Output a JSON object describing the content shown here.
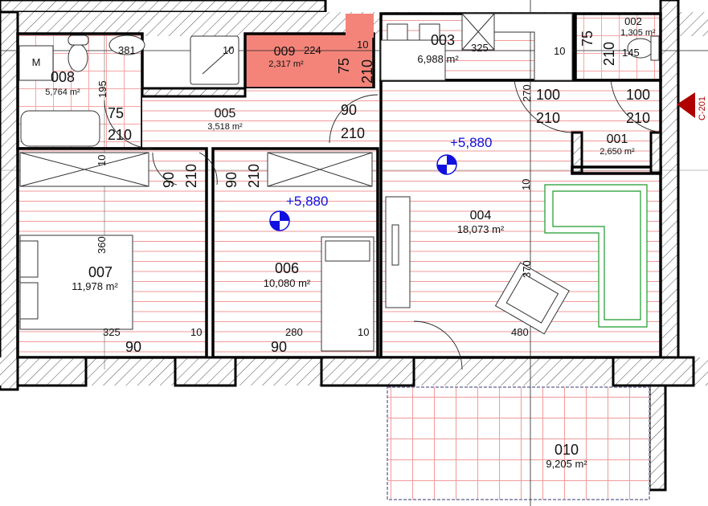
{
  "rooms": {
    "r008": {
      "number": "008",
      "area": "5,764 m²"
    },
    "r009": {
      "number": "009",
      "area": "2,317 m²"
    },
    "r005": {
      "number": "005",
      "area": "3,518 m²"
    },
    "r003": {
      "number": "003",
      "area": "6,988 m²"
    },
    "r002": {
      "number": "002",
      "area": "1,305 m²"
    },
    "r001": {
      "number": "001",
      "area": "2,650 m²"
    },
    "r007": {
      "number": "007",
      "area": "11,978 m²"
    },
    "r006": {
      "number": "006",
      "area": "10,080 m²"
    },
    "r004": {
      "number": "004",
      "area": "18,073 m²"
    },
    "r010": {
      "number": "010",
      "area": "9,205 m²"
    }
  },
  "levels": [
    "+5,880",
    "+5,880"
  ],
  "section_marker": "C-201",
  "fixture_label": "M",
  "dims": {
    "d381": "381",
    "d195": "195",
    "d10a": "10",
    "d224": "224",
    "d10b": "10",
    "d75a": "75",
    "d210a": "210",
    "d75b": "75",
    "d210b": "210",
    "d90a": "90",
    "d210c": "210",
    "d325a": "325",
    "d10c": "10",
    "d75c": "75",
    "d210d": "210",
    "d145": "145",
    "d270": "270",
    "d100a": "100",
    "d210e": "210",
    "d100b": "100",
    "d210f": "210",
    "d10d": "10",
    "d90b": "90",
    "d210g": "210",
    "d90c": "90",
    "d210h": "210",
    "d10e": "10",
    "d360": "360",
    "d370": "370",
    "d325b": "325",
    "d90d": "90",
    "d10f": "10",
    "d280": "280",
    "d90e": "90",
    "d10g": "10",
    "d480": "480"
  },
  "colors": {
    "highlight_room": "#f4847a",
    "grid": "#f29a9a",
    "level": "#1010e0",
    "section": "#b00000",
    "sofa": "#1a9a2a"
  }
}
